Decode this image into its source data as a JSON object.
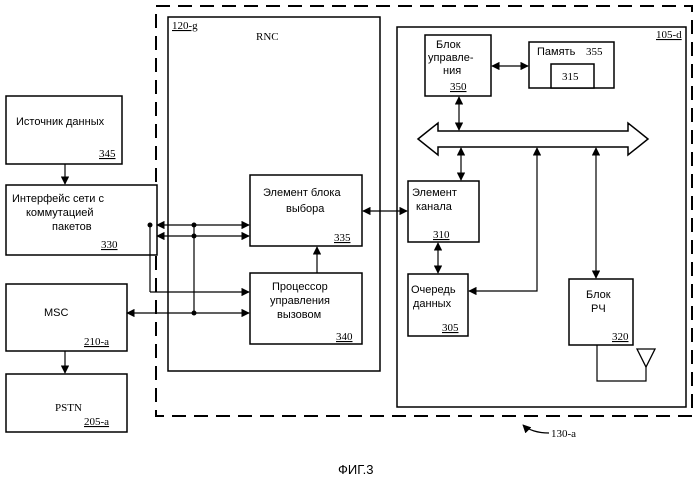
{
  "caption": "ФИГ.3",
  "system_ref": "130-a",
  "rnc": {
    "title": "RNC",
    "ref": "120-g"
  },
  "base_station": {
    "ref": "105-d"
  },
  "data_source": {
    "label": "Источник данных",
    "ref": "345"
  },
  "packet_interface": {
    "lines": [
      "Интерфейс сети с",
      "коммутацией",
      "пакетов"
    ],
    "ref": "330"
  },
  "msc": {
    "label": "MSC",
    "ref": "210-a"
  },
  "pstn": {
    "label": "PSTN",
    "ref": "205-a"
  },
  "selector": {
    "lines": [
      "Элемент блока",
      "выбора"
    ],
    "ref": "335"
  },
  "call_processor": {
    "lines": [
      "Процессор",
      "управления",
      "вызовом"
    ],
    "ref": "340"
  },
  "control_unit": {
    "lines": [
      "Блок",
      "управле-",
      "ния"
    ],
    "ref": "350"
  },
  "memory": {
    "label": "Память",
    "ref": "355",
    "inner_ref": "315"
  },
  "channel_element": {
    "lines": [
      "Элемент",
      "канала"
    ],
    "ref": "310"
  },
  "data_queue": {
    "lines": [
      "Очередь",
      "данных"
    ],
    "ref": "305"
  },
  "rf_unit": {
    "lines": [
      "Блок",
      "РЧ"
    ],
    "ref": "320"
  }
}
